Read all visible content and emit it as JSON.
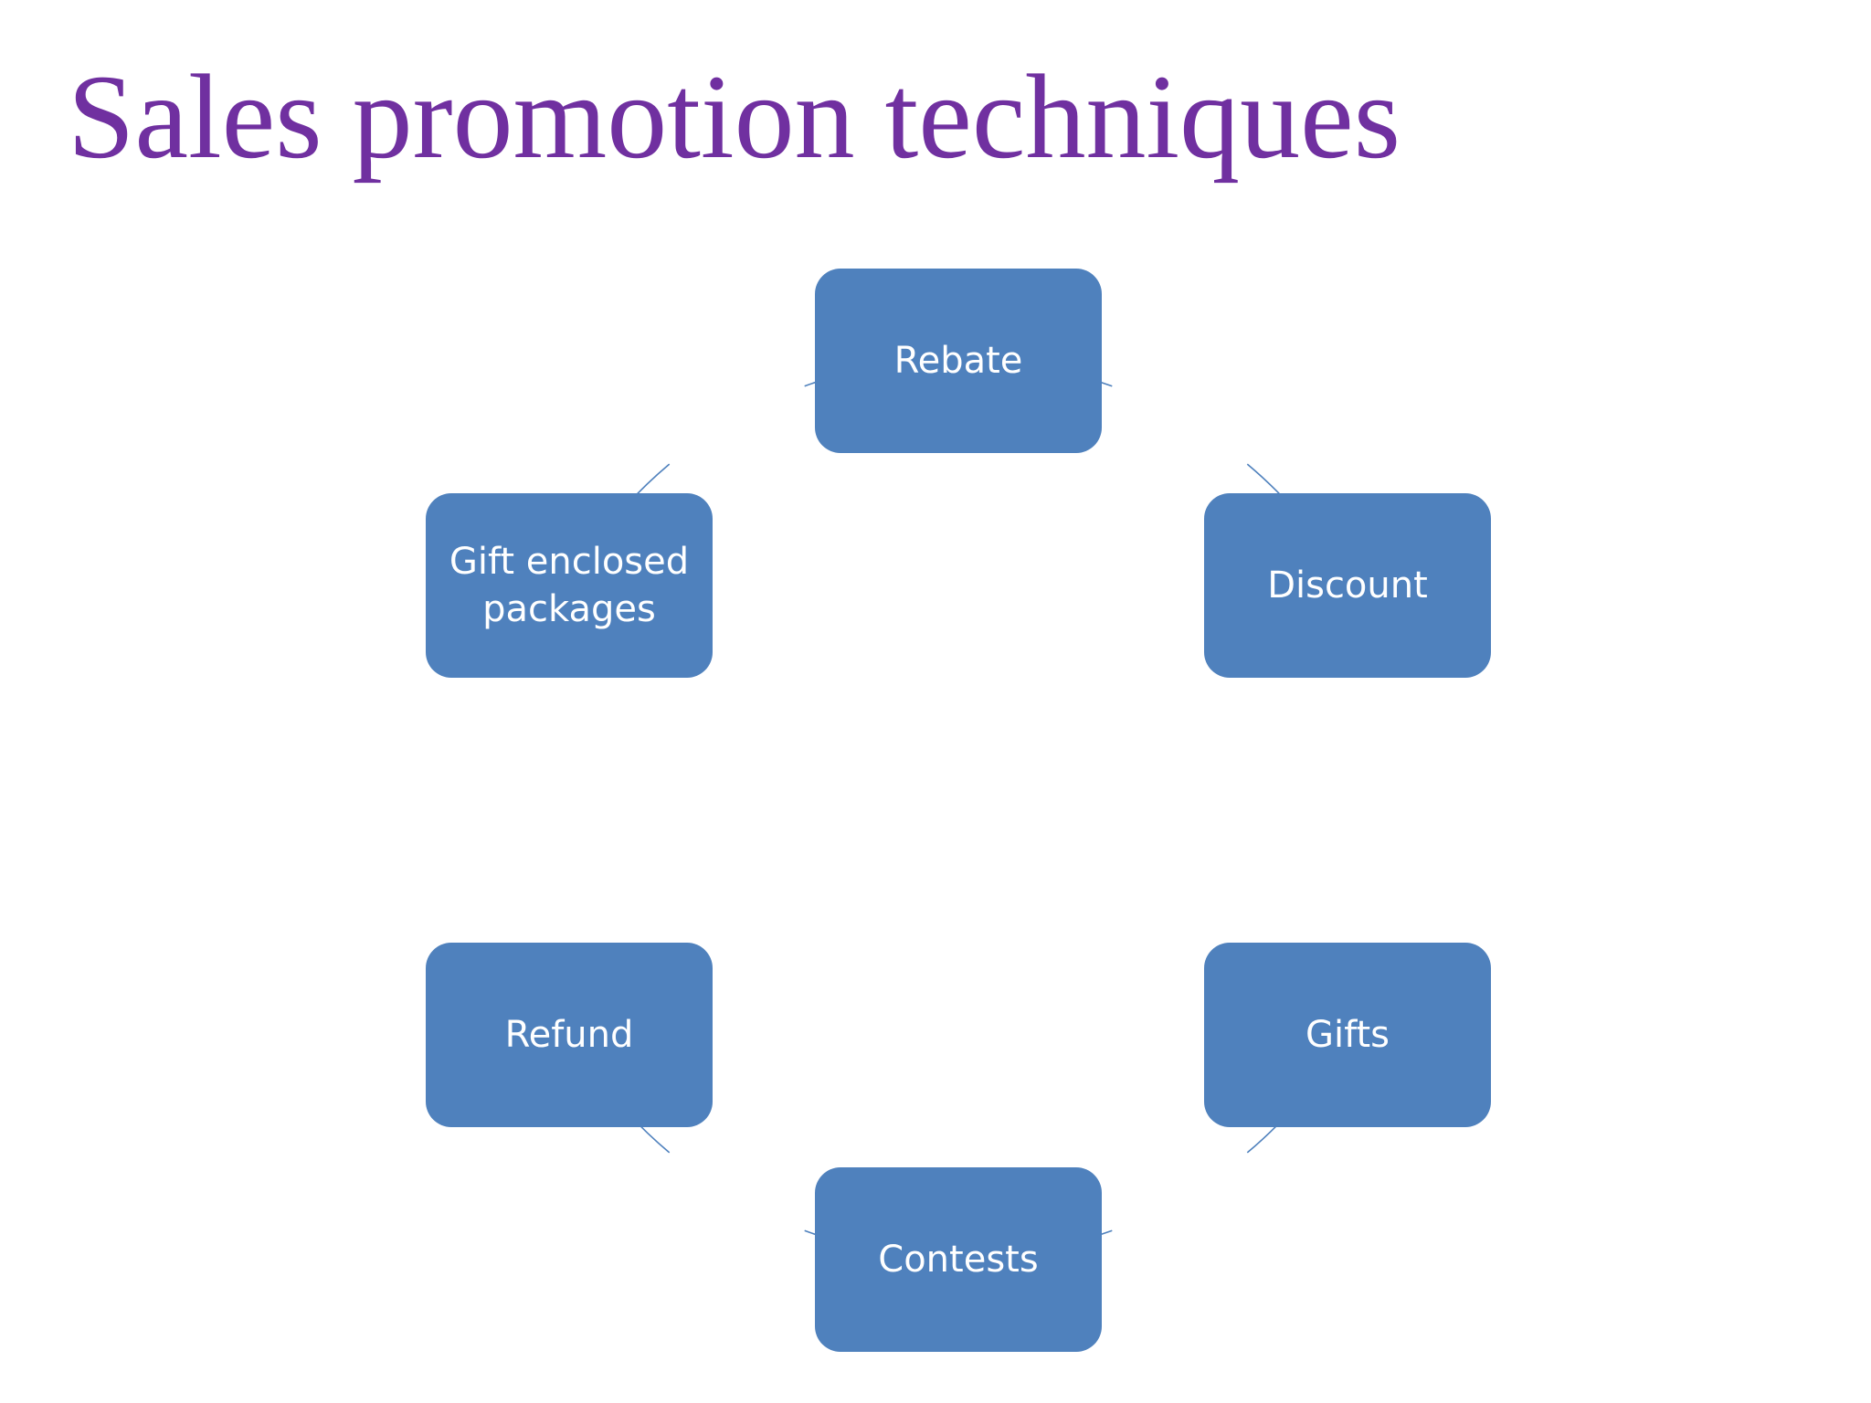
{
  "title": "Sales promotion techniques",
  "colors": {
    "title": "#7030a0",
    "node_fill": "#4f81bd",
    "node_text": "#ffffff",
    "connector": "#4f81bd",
    "background": "#ffffff"
  },
  "nodes": [
    {
      "label": "Rebate"
    },
    {
      "label": "Discount"
    },
    {
      "label": "Gifts"
    },
    {
      "label": "Contests"
    },
    {
      "label": "Refund"
    },
    {
      "label": "Gift enclosed packages"
    }
  ]
}
